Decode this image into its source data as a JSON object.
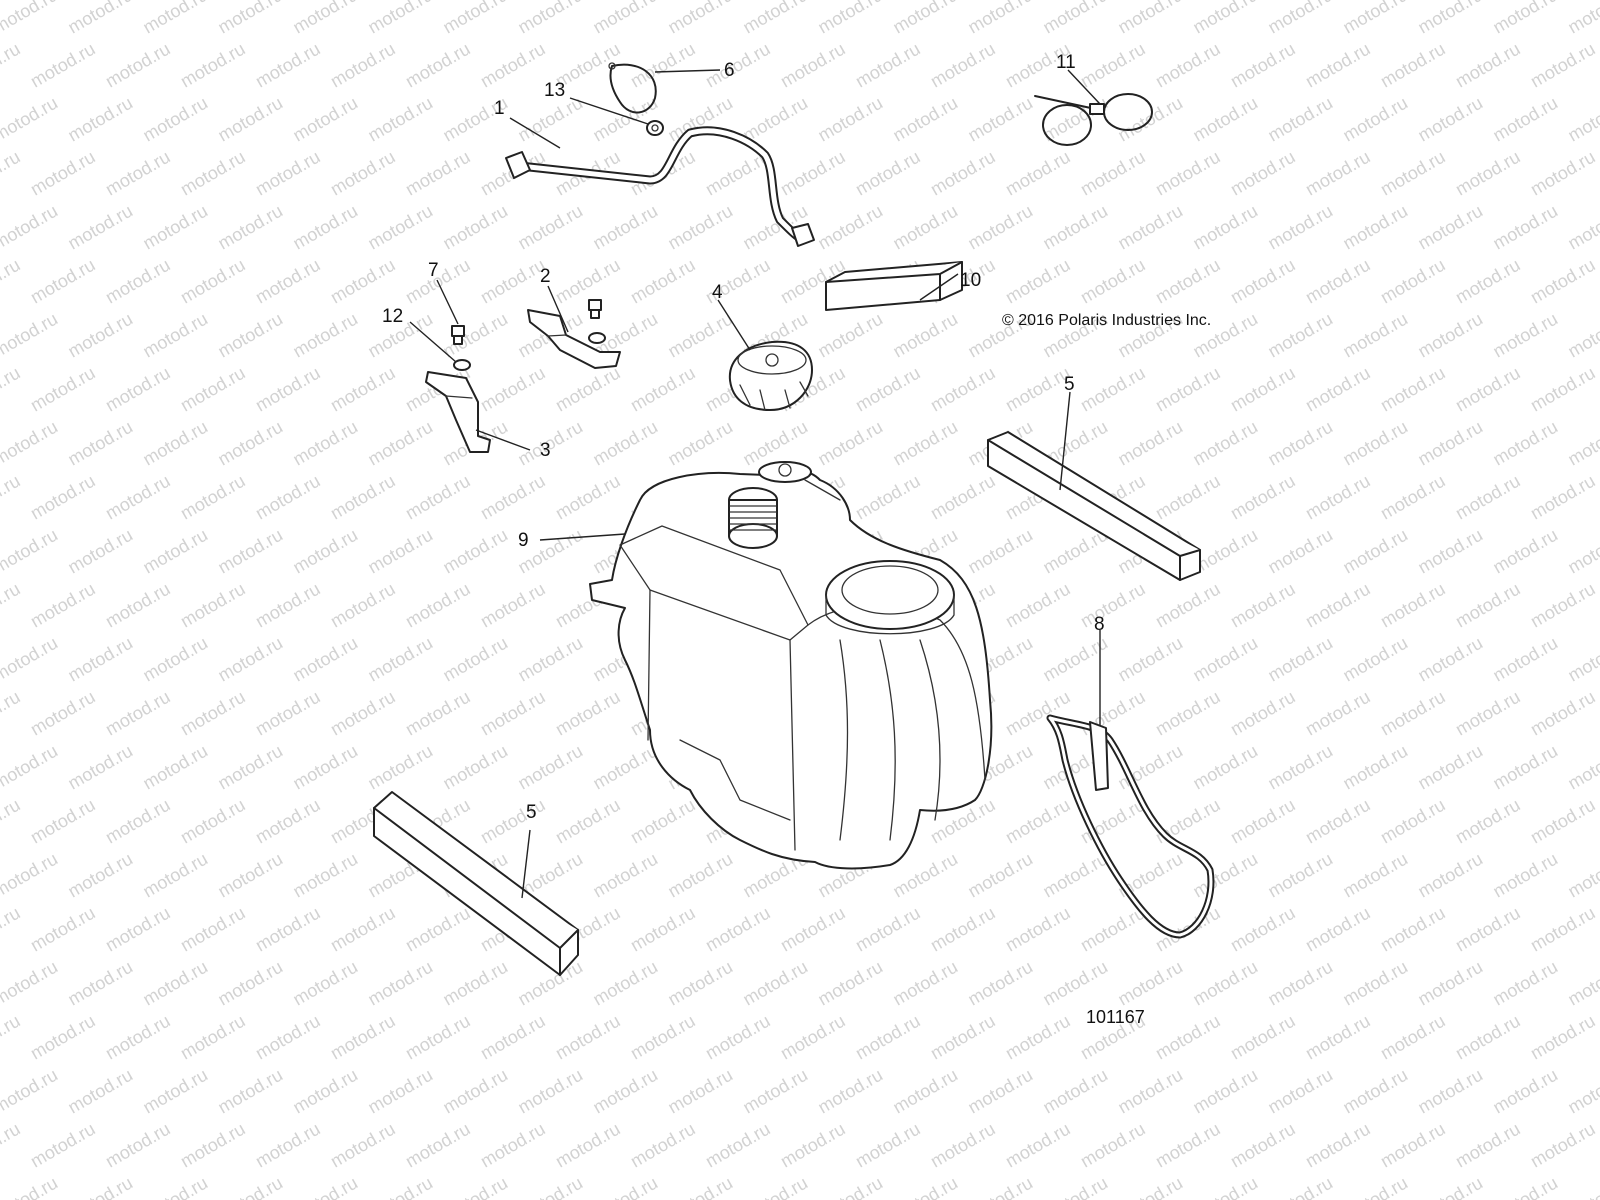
{
  "watermark": "motod.ru",
  "copyright": "© 2016 Polaris Industries Inc.",
  "drawing_number": "101167",
  "callouts": {
    "c1": "1",
    "c2": "2",
    "c3": "3",
    "c4": "4",
    "c5_upper": "5",
    "c5_lower": "5",
    "c6": "6",
    "c7": "7",
    "c8": "8",
    "c9": "9",
    "c10": "10",
    "c11": "11",
    "c12": "12",
    "c13": "13"
  }
}
